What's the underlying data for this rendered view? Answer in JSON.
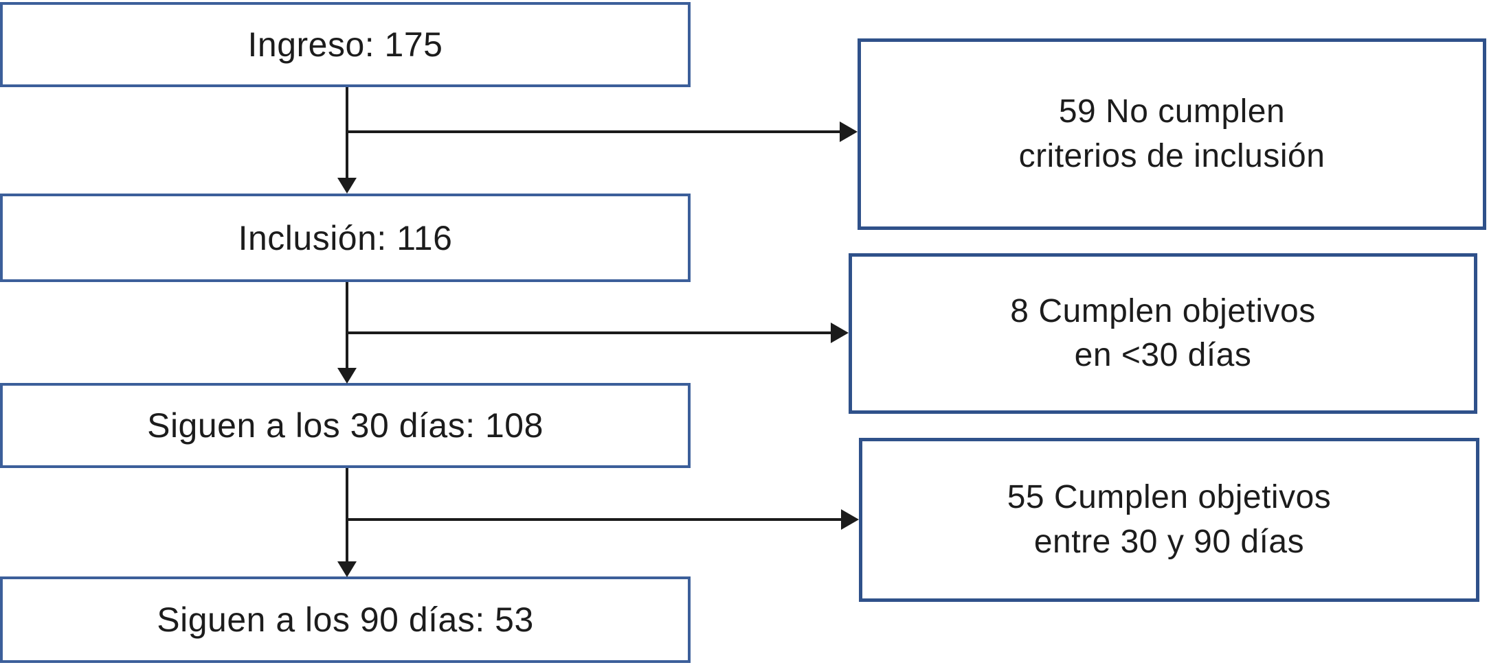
{
  "figure": {
    "type": "flowchart",
    "background": "#ffffff",
    "colors": {
      "flow_box_border": "#3c5f9a",
      "side_box_border": "#2f518a",
      "arrow": "#1b1b1b",
      "text": "#1c1c1c"
    },
    "flow_boxes": [
      {
        "label": "Ingreso: 175"
      },
      {
        "label": "Inclusión: 116"
      },
      {
        "label": "Siguen a los 30 días: 108"
      },
      {
        "label": "Siguen a los 90 días: 53"
      }
    ],
    "side_boxes": [
      {
        "line1": "59 No cumplen",
        "line2": "criterios de inclusión"
      },
      {
        "line1": "8 Cumplen objetivos",
        "line2": "en <30 días"
      },
      {
        "line1": "55 Cumplen objetivos",
        "line2": "entre 30 y 90 días"
      }
    ]
  }
}
